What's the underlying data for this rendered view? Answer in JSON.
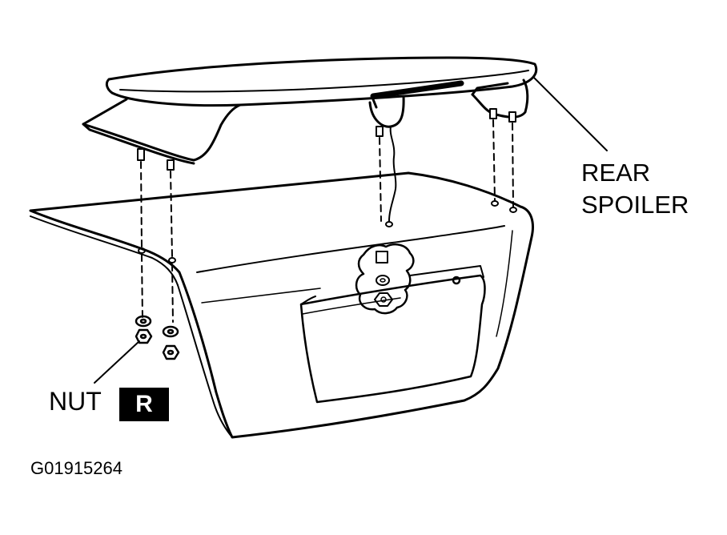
{
  "labels": {
    "rear_spoiler_line1": "REAR",
    "rear_spoiler_line2": "SPOILER",
    "nut": "NUT",
    "nut_badge": "R",
    "figure_code": "G01915264"
  },
  "colors": {
    "line": "#000000",
    "background": "#ffffff",
    "badge_background": "#000000",
    "badge_text": "#ffffff"
  }
}
